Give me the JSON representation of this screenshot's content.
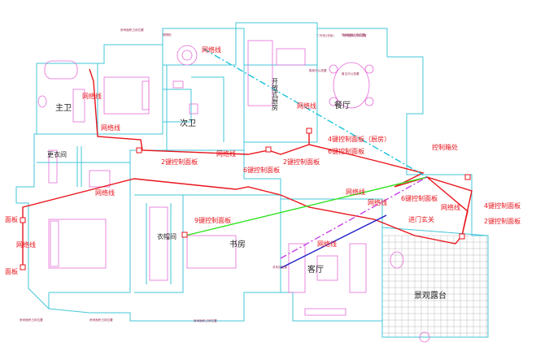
{
  "colors": {
    "wall": "#43c7d8",
    "wall_light": "#9fe3ec",
    "furniture": "#e56bd8",
    "red": "#e8141c",
    "green": "#2ee21e",
    "purple": "#c640e8",
    "navy": "#1a1cc8",
    "cyan_dash": "#19c3d9",
    "label_red": "#e8141c",
    "label_dark": "#232323",
    "small_text": "#9a2c5a",
    "terrace_grid": "#b9b9b9"
  },
  "rooms": {
    "master_bath": "主卫",
    "second_bath": "次卫",
    "dining": "餐厅",
    "cloakroom": "更衣间",
    "closet": "衣帽间",
    "study": "书房",
    "living": "客厅",
    "terrace": "景观露台",
    "western_kitchen": "开放式厨房"
  },
  "labels": {
    "network_line": "网络线",
    "panel": "面板",
    "panel_2key": "2键控制面板",
    "panel_4key_kitchen": "4键控制面板（厨房）",
    "panel_6key": "6键控制面板",
    "panel_4key": "4键控制面板",
    "panel_9key": "9键控制面板",
    "control_box": "控制箱处",
    "entry_porch": "进门玄关"
  },
  "small_notes": [
    "房间面积占用位置",
    "房间面积占用位置",
    "门厅柜(衣柜)",
    "储物柜",
    "房间面积占用位置",
    "鞋柜可以放置",
    "房间面积占用位置",
    "备注可以放置",
    "房间面积占用位置",
    "总布线位置",
    "房间面积占用位置"
  ]
}
